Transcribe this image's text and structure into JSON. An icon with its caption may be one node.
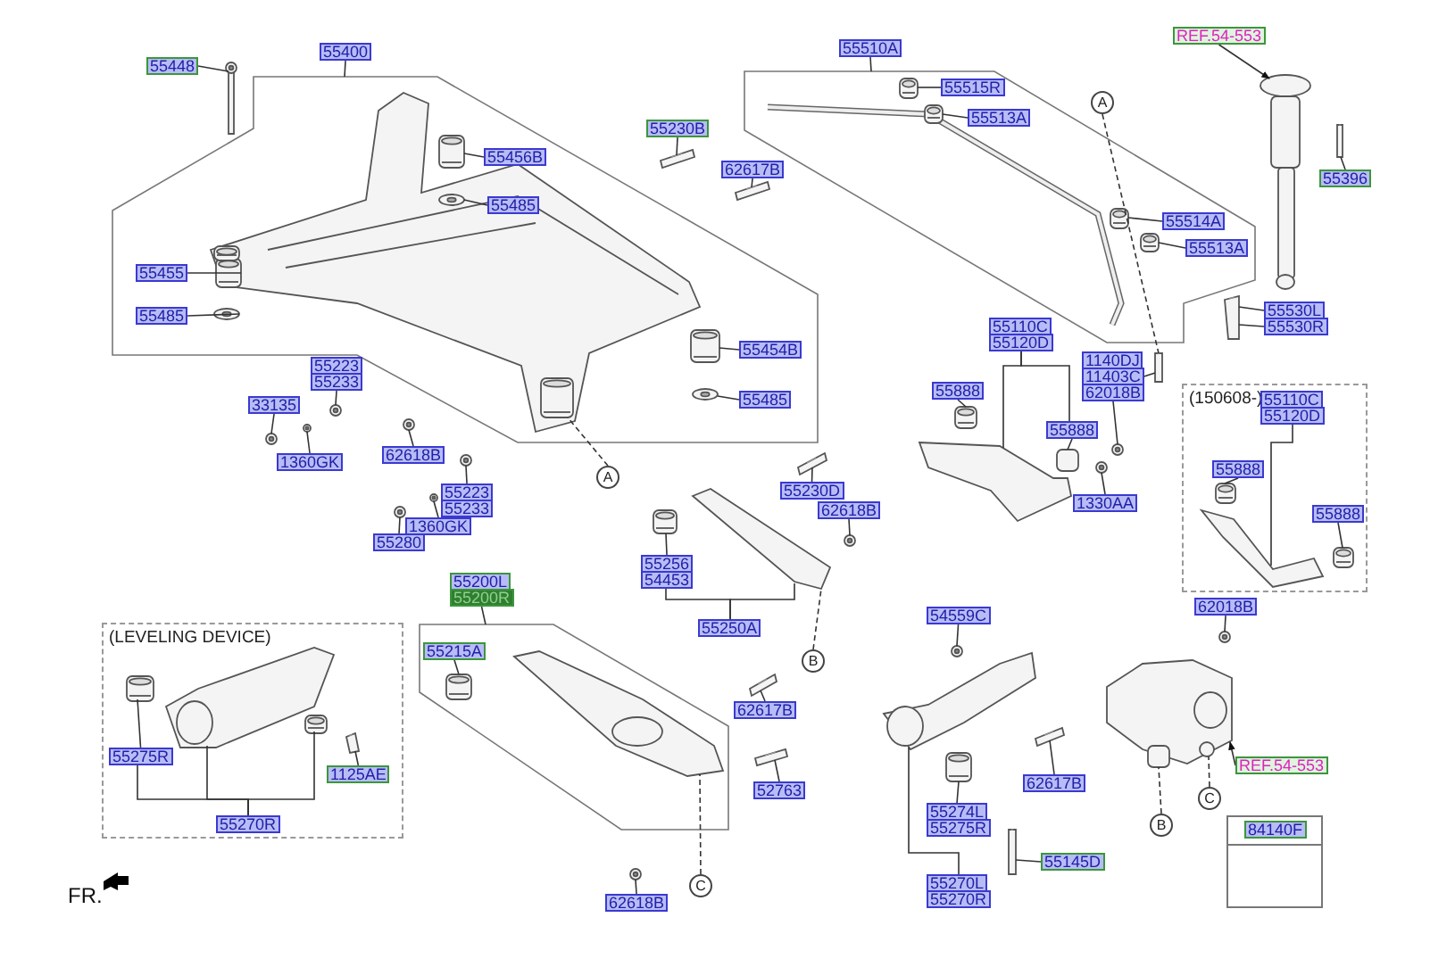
{
  "diagram": {
    "nodes": [
      {
        "text": [
          "55448"
        ]
      },
      {
        "text": [
          "55400"
        ]
      },
      {
        "text": [
          "55456B"
        ],
        "in": 73
      },
      {
        "text": [
          "55485"
        ],
        "in": 73
      },
      {
        "text": [
          "55455"
        ],
        "in": 73
      },
      {
        "text": [
          "55485"
        ],
        "in": 73
      },
      {
        "text": [
          "55230B"
        ]
      },
      {
        "text": [
          "62617B"
        ]
      },
      {
        "text": [
          "55454B"
        ],
        "in": 73
      },
      {
        "text": [
          "55485"
        ],
        "in": 73
      },
      {
        "text": [
          "55510A"
        ]
      },
      {
        "text": [
          "55515R"
        ],
        "in": 74
      },
      {
        "text": [
          "55513A"
        ],
        "in": 74
      },
      {
        "text": [
          "REF.54-553"
        ]
      },
      {
        "text": [
          "55396"
        ]
      },
      {
        "text": [
          "55514A"
        ],
        "in": 74
      },
      {
        "text": [
          "55513A"
        ],
        "in": 74
      },
      {
        "text": [
          "55530L"
        ]
      },
      {
        "text": [
          "55530R"
        ]
      },
      {
        "text": [
          "55110C"
        ]
      },
      {
        "text": [
          "55120D"
        ]
      },
      {
        "text": [
          "55888"
        ]
      },
      {
        "text": [
          "1140DJ"
        ]
      },
      {
        "text": [
          "11403C"
        ]
      },
      {
        "text": [
          "62018B"
        ]
      },
      {
        "text": [
          "55888"
        ]
      },
      {
        "text": [
          "1330AA"
        ]
      },
      {
        "text": [
          "(150608-)"
        ]
      },
      {
        "text": [
          "55110C"
        ],
        "in": 27
      },
      {
        "text": [
          "55120D"
        ],
        "in": 27
      },
      {
        "text": [
          "55888"
        ],
        "in": 27
      },
      {
        "text": [
          "55888"
        ],
        "in": 27
      },
      {
        "text": [
          "62018B"
        ]
      },
      {
        "text": [
          "55223"
        ]
      },
      {
        "text": [
          "55233"
        ]
      },
      {
        "text": [
          "33135"
        ]
      },
      {
        "text": [
          "62618B"
        ]
      },
      {
        "text": [
          "1360GK"
        ]
      },
      {
        "text": [
          "55223"
        ]
      },
      {
        "text": [
          "55233"
        ]
      },
      {
        "text": [
          "1360GK"
        ]
      },
      {
        "text": [
          "55280"
        ]
      },
      {
        "text": [
          "55230D"
        ]
      },
      {
        "text": [
          "62618B"
        ]
      },
      {
        "text": [
          "55256"
        ]
      },
      {
        "text": [
          "54453"
        ]
      },
      {
        "text": [
          "55250A"
        ]
      },
      {
        "text": [
          "55200L"
        ]
      },
      {
        "text": [
          "55200R"
        ]
      },
      {
        "text": [
          "55215A"
        ],
        "in": 75
      },
      {
        "text": [
          "(LEVELING DEVICE)"
        ]
      },
      {
        "text": [
          "55275R"
        ],
        "in": 50
      },
      {
        "text": [
          "1125AE"
        ],
        "in": 50
      },
      {
        "text": [
          "55270R"
        ],
        "in": 50
      },
      {
        "text": [
          "62617B"
        ]
      },
      {
        "text": [
          "52763"
        ]
      },
      {
        "text": [
          "62618B"
        ]
      },
      {
        "text": [
          "54559C"
        ]
      },
      {
        "text": [
          "62617B"
        ]
      },
      {
        "text": [
          "REF.54-553"
        ]
      },
      {
        "text": [
          "55274L"
        ]
      },
      {
        "text": [
          "55275R"
        ]
      },
      {
        "text": [
          "55145D"
        ]
      },
      {
        "text": [
          "55270L"
        ]
      },
      {
        "text": [
          "55270R"
        ]
      },
      {
        "text": [],
        "shape": "box"
      },
      {
        "text": [
          "84140F"
        ],
        "in": 65
      },
      {
        "text": [
          "A"
        ]
      },
      {
        "text": [
          "A"
        ]
      },
      {
        "text": [
          "B"
        ]
      },
      {
        "text": [
          "C"
        ]
      },
      {
        "text": [
          "B"
        ]
      },
      {
        "text": [
          "C"
        ]
      },
      {
        "text": [],
        "shape": "box"
      },
      {
        "text": [],
        "shape": "box"
      },
      {
        "text": [],
        "shape": "box"
      },
      {
        "text": [],
        "shape": "picture"
      },
      {
        "text": [],
        "shape": "picture"
      },
      {
        "text": [],
        "shape": "picture",
        "in": 27
      },
      {
        "text": [],
        "shape": "picture"
      },
      {
        "text": [],
        "shape": "picture",
        "in": 75
      },
      {
        "text": [],
        "shape": "picture",
        "in": 50
      },
      {
        "text": [],
        "shape": "picture"
      },
      {
        "text": [],
        "shape": "picture"
      },
      {
        "text": [],
        "shape": "picture"
      },
      {
        "text": [],
        "shape": "picture",
        "in": 73
      },
      {
        "text": [],
        "shape": "picture",
        "in": 73
      },
      {
        "text": [],
        "shape": "picture",
        "in": 73
      },
      {
        "text": [],
        "shape": "picture",
        "in": 73
      },
      {
        "text": [],
        "shape": "picture"
      },
      {
        "text": [],
        "shape": "picture"
      },
      {
        "text": [],
        "shape": "picture",
        "in": 73
      },
      {
        "text": [],
        "shape": "picture",
        "in": 73
      },
      {
        "text": [],
        "shape": "picture",
        "in": 74
      },
      {
        "text": [],
        "shape": "picture",
        "in": 74
      },
      {
        "text": [],
        "shape": "picture"
      },
      {
        "text": [],
        "shape": "picture",
        "in": 74
      },
      {
        "text": [],
        "shape": "picture",
        "in": 74
      },
      {
        "text": [],
        "shape": "picture"
      },
      {
        "text": [],
        "shape": "picture"
      },
      {
        "text": [],
        "shape": "picture"
      },
      {
        "text": [],
        "shape": "picture"
      },
      {
        "text": [],
        "shape": "picture"
      },
      {
        "text": [],
        "shape": "picture",
        "in": 27
      },
      {
        "text": [],
        "shape": "picture",
        "in": 27
      },
      {
        "text": [],
        "shape": "picture"
      },
      {
        "text": [],
        "shape": "picture"
      },
      {
        "text": [],
        "shape": "picture"
      },
      {
        "text": [],
        "shape": "picture"
      },
      {
        "text": [],
        "shape": "picture"
      },
      {
        "text": [],
        "shape": "picture"
      },
      {
        "text": [],
        "shape": "picture"
      },
      {
        "text": [],
        "shape": "picture"
      },
      {
        "text": [],
        "shape": "picture"
      },
      {
        "text": [],
        "shape": "picture"
      },
      {
        "text": [],
        "shape": "picture"
      },
      {
        "text": [],
        "shape": "picture",
        "in": 75
      },
      {
        "text": [],
        "shape": "picture",
        "in": 50
      },
      {
        "text": [],
        "shape": "picture",
        "in": 50
      },
      {
        "text": [],
        "shape": "picture",
        "in": 50
      },
      {
        "text": [],
        "shape": "picture"
      },
      {
        "text": [],
        "shape": "picture"
      },
      {
        "text": [],
        "shape": "picture"
      },
      {
        "text": [],
        "shape": "picture"
      },
      {
        "text": [],
        "shape": "picture"
      },
      {
        "text": [],
        "shape": "picture"
      },
      {
        "text": [],
        "shape": "picture"
      },
      {
        "text": [],
        "shape": "picture",
        "in": 73
      }
    ],
    "edges": [
      {
        "from": 0,
        "to": 84,
        "arrow": "none"
      },
      {
        "from": 1,
        "to": 73,
        "arrow": "none"
      },
      {
        "from": 2,
        "to": 85,
        "arrow": "none"
      },
      {
        "from": 3,
        "to": 86,
        "arrow": "none"
      },
      {
        "from": 4,
        "to": 87,
        "arrow": "none"
      },
      {
        "from": 5,
        "to": 88,
        "arrow": "none"
      },
      {
        "from": 6,
        "to": 89,
        "arrow": "none"
      },
      {
        "from": 7,
        "to": 90,
        "arrow": "none"
      },
      {
        "from": 8,
        "to": 91,
        "arrow": "none"
      },
      {
        "from": 9,
        "to": 92,
        "arrow": "none"
      },
      {
        "from": 10,
        "to": 74,
        "arrow": "none"
      },
      {
        "from": 11,
        "to": 93,
        "arrow": "none"
      },
      {
        "from": 12,
        "to": 94,
        "arrow": "none"
      },
      {
        "from": 13,
        "to": 76,
        "arrow": "to"
      },
      {
        "from": 14,
        "to": 95,
        "arrow": "none"
      },
      {
        "from": 15,
        "to": 96,
        "arrow": "none"
      },
      {
        "from": 16,
        "to": 97,
        "arrow": "none"
      },
      {
        "from": 17,
        "to": 98,
        "arrow": "none"
      },
      {
        "from": 18,
        "to": 98,
        "arrow": "none"
      },
      {
        "from": 20,
        "to": 77,
        "arrow": "none"
      },
      {
        "from": 20,
        "to": 25,
        "arrow": "none"
      },
      {
        "from": 21,
        "to": 99,
        "arrow": "none"
      },
      {
        "from": 23,
        "to": 100,
        "arrow": "none"
      },
      {
        "from": 24,
        "to": 101,
        "arrow": "none"
      },
      {
        "from": 25,
        "to": 77,
        "arrow": "none"
      },
      {
        "from": 26,
        "to": 102,
        "arrow": "none"
      },
      {
        "from": 29,
        "to": 78,
        "arrow": "none"
      },
      {
        "from": 30,
        "to": 103,
        "arrow": "none"
      },
      {
        "from": 31,
        "to": 104,
        "arrow": "none"
      },
      {
        "from": 32,
        "to": 105,
        "arrow": "none"
      },
      {
        "from": 34,
        "to": 106,
        "arrow": "none"
      },
      {
        "from": 35,
        "to": 107,
        "arrow": "none"
      },
      {
        "from": 36,
        "to": 108,
        "arrow": "none"
      },
      {
        "from": 37,
        "to": 109,
        "arrow": "none"
      },
      {
        "from": 38,
        "to": 110,
        "arrow": "none"
      },
      {
        "from": 40,
        "to": 111,
        "arrow": "none"
      },
      {
        "from": 41,
        "to": 112,
        "arrow": "none"
      },
      {
        "from": 42,
        "to": 113,
        "arrow": "none"
      },
      {
        "from": 43,
        "to": 114,
        "arrow": "none"
      },
      {
        "from": 46,
        "to": 45,
        "arrow": "none"
      },
      {
        "from": 46,
        "to": 79,
        "arrow": "none"
      },
      {
        "from": 48,
        "to": 75,
        "arrow": "none"
      },
      {
        "from": 49,
        "to": 116,
        "arrow": "none"
      },
      {
        "from": 51,
        "to": 117,
        "arrow": "none"
      },
      {
        "from": 52,
        "to": 118,
        "arrow": "none"
      },
      {
        "from": 53,
        "to": 81,
        "arrow": "none"
      },
      {
        "from": 53,
        "to": 119,
        "arrow": "none"
      },
      {
        "from": 53,
        "to": 51,
        "arrow": "none"
      },
      {
        "from": 54,
        "to": 120,
        "arrow": "none"
      },
      {
        "from": 55,
        "to": 121,
        "arrow": "none"
      },
      {
        "from": 56,
        "to": 122,
        "arrow": "none"
      },
      {
        "from": 57,
        "to": 123,
        "arrow": "none"
      },
      {
        "from": 58,
        "to": 124,
        "arrow": "none"
      },
      {
        "from": 59,
        "to": 83,
        "arrow": "to"
      },
      {
        "from": 60,
        "to": 125,
        "arrow": "none"
      },
      {
        "from": 62,
        "to": 126,
        "arrow": "none"
      },
      {
        "from": 63,
        "to": 82,
        "arrow": "none"
      },
      {
        "from": 67,
        "to": 127,
        "arrow": "none",
        "style": "dashed"
      },
      {
        "from": 68,
        "to": 100,
        "arrow": "none",
        "style": "dashed"
      },
      {
        "from": 69,
        "to": 79,
        "arrow": "none",
        "style": "dashed"
      },
      {
        "from": 70,
        "to": 80,
        "arrow": "none",
        "style": "dashed"
      },
      {
        "from": 71,
        "to": 83,
        "arrow": "none",
        "style": "dashed"
      },
      {
        "from": 72,
        "to": 83,
        "arrow": "none",
        "style": "dashed"
      },
      {
        "from": 44,
        "to": 115,
        "arrow": "none"
      }
    ],
    "labels": [
      "FR."
    ]
  }
}
